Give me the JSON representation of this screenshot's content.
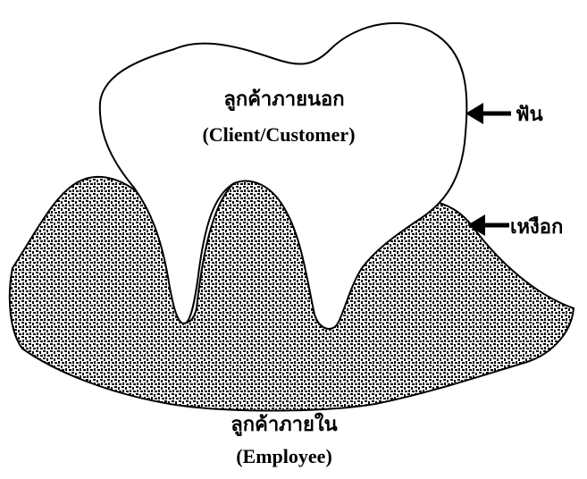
{
  "tooth": {
    "label_thai": "ลูกค้าภายนอก",
    "label_eng": "(Client/Customer)"
  },
  "gum": {
    "label_thai": "ลูกค้าภายใน",
    "label_eng": "(Employee)"
  },
  "callouts": {
    "tooth_label": "ฟัน",
    "gum_label": "เหงือก"
  }
}
